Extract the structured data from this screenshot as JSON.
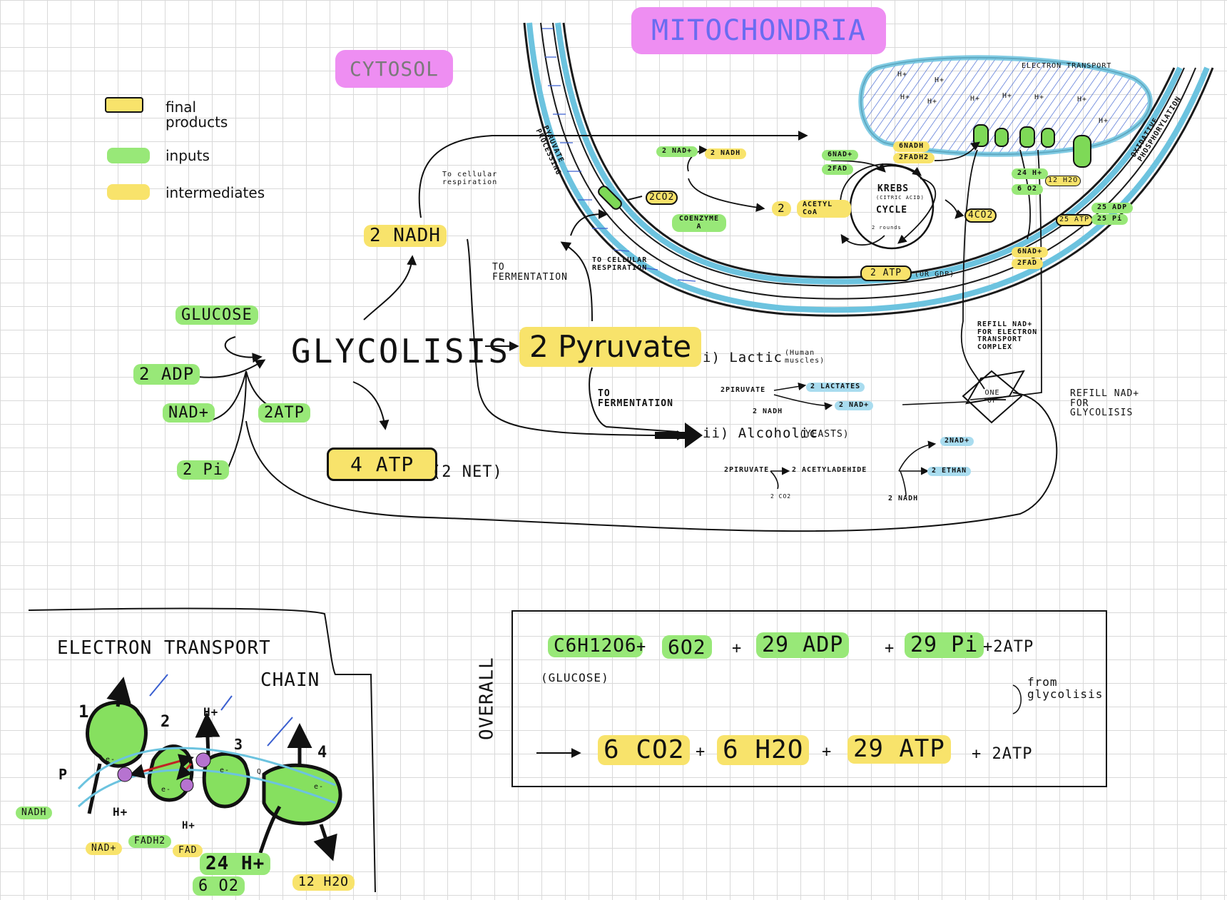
{
  "titles": {
    "mitochondria": "MITOCHONDRIA",
    "cytosol": "CYTOSOL"
  },
  "legend": {
    "final_products": "final products",
    "inputs": "inputs",
    "intermediates": "intermediates"
  },
  "glycolysis": {
    "title": "GLYCOLISIS",
    "glucose": "GLUCOSE",
    "adp": "2 ADP",
    "nad": "NAD+",
    "pi": "2 Pi",
    "atp_in": "2ATP",
    "nadh": "2 NADH",
    "atp_out": "4 ATP",
    "net": "(2 NET)",
    "pyruvate": "2 Pyruvate",
    "to_cellular_respiration": "To cellular respiration",
    "to_fermentation_1": "TO FERMENTATION",
    "to_cellular_respiration_2": "TO CELLULAR RESPIRATION",
    "to_fermentation_2": "TO FERMENTATION"
  },
  "mito": {
    "pyruvate_processing": "PYRUVATE PROCESSING",
    "nad_2": "2 NAD+",
    "nadh_2": "2 NADH",
    "co2_2": "2CO2",
    "coenzyme_a": "COENZYME A",
    "acetyl_num": "2",
    "acetyl_coa": "ACETYL CoA",
    "nad_6": "6NAD+",
    "fad_2": "2FAD",
    "nadh_6": "6NADH",
    "fadh2_2": "2FADH2",
    "krebs": "KREBS",
    "citric": "(CITRIC ACID)",
    "cycle": "CYCLE",
    "krebs_small": "2 rounds",
    "co2_4": "4CO2",
    "atp_2": "2 ATP",
    "or_gdp": "(OR GDP)",
    "electron_transport": "ELECTRON TRANSPORT",
    "oxidative_phos": "OXIDATIVE PHOSPHORYLATION",
    "h24": "24 H+",
    "o6": "6 O2",
    "h2o_12": "12 H2O",
    "atp_25": "25 ATP",
    "adp_25": "25 ADP",
    "pi_25": "25 Pi",
    "nad_6b": "6NAD+",
    "fad_2b": "2FAD",
    "hplus": "H+"
  },
  "fermentation": {
    "lactic": "i) Lactic",
    "human": "(Human muscles)",
    "lac_pyr": "2PIRUVATE",
    "lac_lactate": "2 LACTATES",
    "lac_nadh": "2 NADH",
    "lac_nad": "2 NAD+",
    "alcoholic": "ii) Alcoholic",
    "yeasts": "(YEASTS)",
    "alc_pyr": "2PIRUVATE",
    "alc_acet": "2 ACETYLADEHIDE",
    "alc_ethan": "2 ETHAN",
    "alc_co2": "2 CO2",
    "alc_nadh": "2 NADH",
    "alc_nad": "2NAD+",
    "one_of": "ONE OF",
    "refill_etc": "REFILL NAD+ FOR ELECTRON TRANSPORT COMPLEX",
    "refill_gly": "REFILL NAD+ FOR GLYCOLISIS"
  },
  "etc": {
    "title1": "ELECTRON TRANSPORT",
    "title2": "CHAIN",
    "n1": "1",
    "n2": "2",
    "n3": "3",
    "n4": "4",
    "nadh": "NADH",
    "nad": "NAD+",
    "fadh2": "FADH2",
    "fad": "FAD",
    "h24": "24 H+",
    "o6": "6 O2",
    "h2o": "12 H2O",
    "h": "H+",
    "e": "e-",
    "p": "P",
    "q": "Q"
  },
  "overall": {
    "label": "OVERALL",
    "glucose": "C6H12O6",
    "plus": "+",
    "o2": "6O2",
    "adp": "29 ADP",
    "pi": "29 Pi",
    "atp_plus": "+2ATP",
    "glucose_note": "(GLUCOSE)",
    "from_gly": "from glycolisis",
    "arrow": "⟶",
    "co2": "6 CO2",
    "h2o": "6 H2O",
    "atp29": "29 ATP",
    "atp2": "+ 2ATP"
  },
  "colors": {
    "green": "#98e878",
    "yellow": "#f8e36b",
    "blue": "#a9dcef",
    "pink": "#ee8ef2",
    "membrane": "#6cc3df"
  }
}
